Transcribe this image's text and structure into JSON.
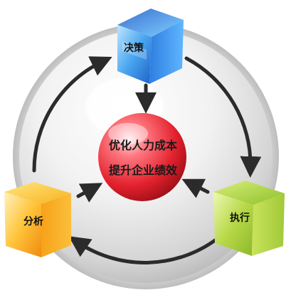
{
  "center": {
    "line1": "优化人力成本",
    "line2": "提升企业绩效",
    "color": "#e8303a"
  },
  "nodes": {
    "decision": {
      "label": "决策",
      "color": "#3a8fd8"
    },
    "execution": {
      "label": "执行",
      "color": "#a8cc3a"
    },
    "analysis": {
      "label": "分析",
      "color": "#f5a31a"
    }
  },
  "cycle": [
    "决策",
    "执行",
    "分析"
  ]
}
